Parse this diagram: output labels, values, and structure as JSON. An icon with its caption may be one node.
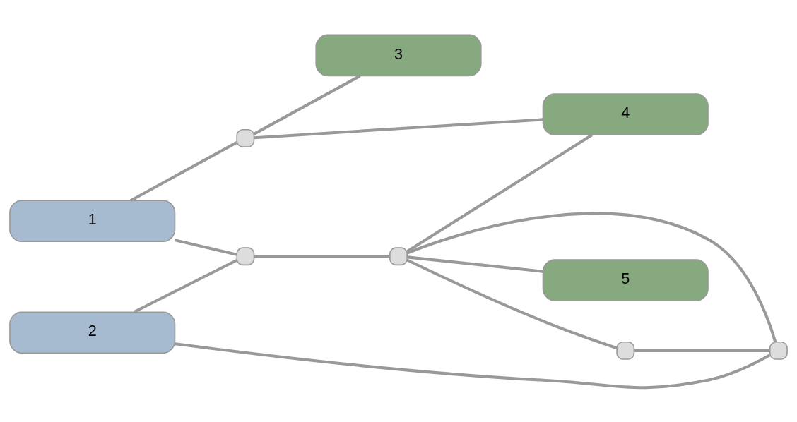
{
  "diagram": {
    "nodes": [
      {
        "text": [
          "1"
        ]
      },
      {
        "text": [],
        "shape": "box"
      },
      {
        "text": [
          "3"
        ]
      },
      {
        "text": [],
        "shape": "box"
      },
      {
        "text": [
          "4"
        ]
      },
      {
        "text": [
          "2"
        ]
      },
      {
        "text": [],
        "shape": "box"
      },
      {
        "text": [],
        "shape": "box"
      },
      {
        "text": [
          "5"
        ]
      },
      {
        "text": [],
        "shape": "box"
      }
    ],
    "edges": [
      {
        "from": 0,
        "to": 1,
        "arrow": "none"
      },
      {
        "from": 1,
        "to": 2,
        "arrow": "none"
      },
      {
        "from": 1,
        "to": 4,
        "arrow": "none"
      },
      {
        "from": 0,
        "to": 3,
        "arrow": "none"
      },
      {
        "from": 5,
        "to": 3,
        "arrow": "none"
      },
      {
        "from": 3,
        "to": 7,
        "arrow": "none"
      },
      {
        "from": 5,
        "to": 6,
        "arrow": "none"
      },
      {
        "from": 6,
        "to": 7,
        "arrow": "none"
      },
      {
        "from": 7,
        "to": 4,
        "arrow": "none"
      },
      {
        "from": 7,
        "to": 8,
        "arrow": "none"
      },
      {
        "from": 7,
        "to": 9,
        "arrow": "none"
      },
      {
        "from": 9,
        "to": 6,
        "arrow": "none"
      }
    ]
  }
}
